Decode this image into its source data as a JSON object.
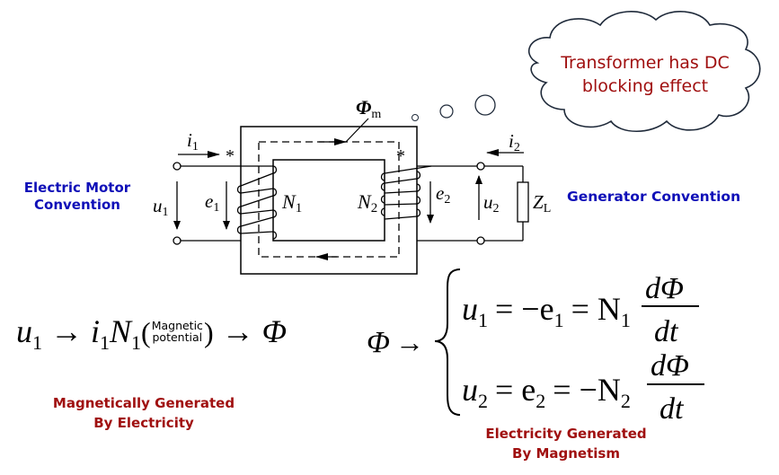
{
  "cloud": {
    "line1": "Transformer has DC",
    "line2": "blocking effect"
  },
  "circuit": {
    "flux_label": "Φ",
    "flux_sub": "m",
    "i1": "i",
    "i1_sub": "1",
    "i2": "i",
    "i2_sub": "2",
    "u1": "u",
    "u1_sub": "1",
    "u2": "u",
    "u2_sub": "2",
    "e1": "e",
    "e1_sub": "1",
    "e2": "e",
    "e2_sub": "2",
    "N1": "N",
    "N1_sub": "1",
    "N2": "N",
    "N2_sub": "2",
    "ZL": "Z",
    "ZL_sub": "L",
    "dot_marker": "*"
  },
  "labels": {
    "motor_line1": "Electric Motor",
    "motor_line2": "Convention",
    "generator": "Generator Convention",
    "mge_line1": "Magnetically Generated",
    "mge_line2": "By Electricity",
    "egm_line1": "Electricity Generated",
    "egm_line2": "By Magnetism"
  },
  "equation_left": {
    "u": "u",
    "u_sub": "1",
    "arrow": "→",
    "i": "i",
    "i_sub": "1",
    "N": "N",
    "N_sub": "1",
    "stack_top": "Magnetic",
    "stack_bottom": "potential",
    "paren_open": "(",
    "paren_close": ")",
    "arrow2": "→",
    "phi": "Φ"
  },
  "equation_right": {
    "phi": "Φ",
    "arrow": "→",
    "row1": {
      "lhs": "u",
      "lhs_sub": "1",
      "mid": "= −e",
      "mid_sub": "1",
      "rhs": "= N",
      "rhs_sub": "1",
      "num": "dΦ",
      "den": "dt"
    },
    "row2": {
      "lhs": "u",
      "lhs_sub": "2",
      "mid": "= e",
      "mid_sub": "2",
      "rhs": "= −N",
      "rhs_sub": "2",
      "num": "dΦ",
      "den": "dt"
    }
  },
  "colors": {
    "convention_blue": "#1010b8",
    "caption_red": "#a01010"
  }
}
